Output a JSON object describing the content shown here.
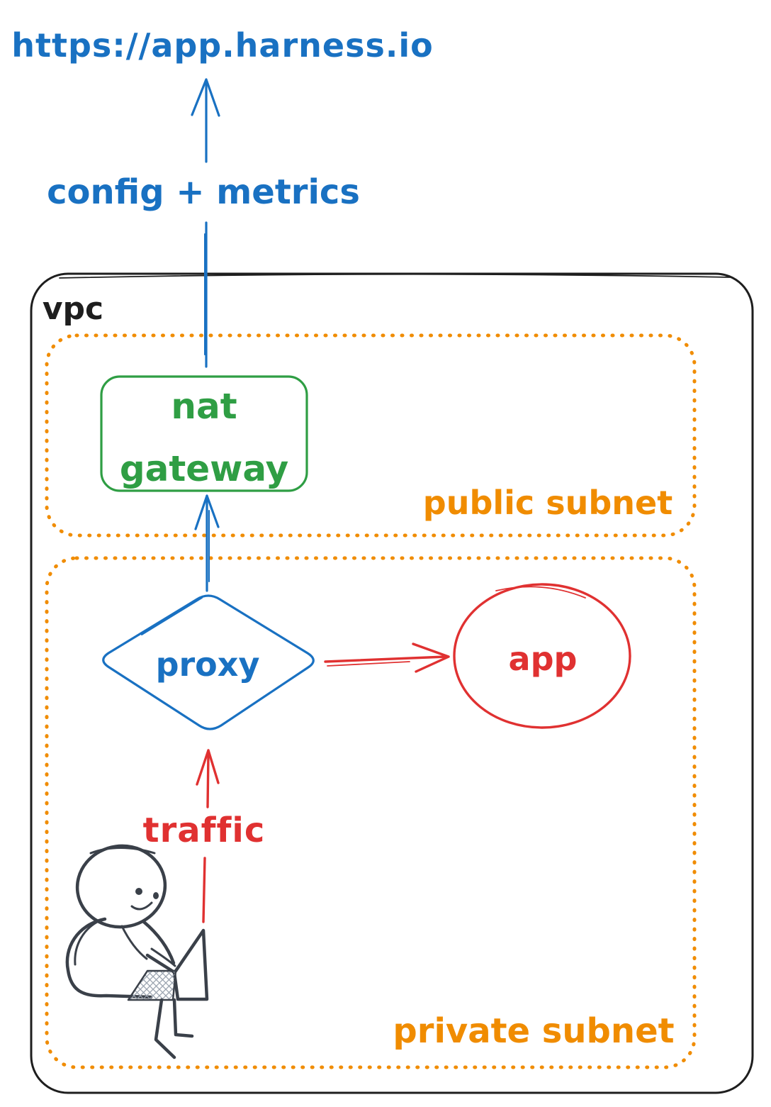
{
  "labels": {
    "url": "https://app.harness.io",
    "config_metrics": "config + metrics",
    "vpc": "vpc",
    "nat_gateway_line1": "nat",
    "nat_gateway_line2": "gateway",
    "public_subnet": "public subnet",
    "proxy": "proxy",
    "app": "app",
    "traffic": "traffic",
    "private_subnet": "private subnet"
  },
  "colors": {
    "blue": "#1971c2",
    "green": "#2f9e44",
    "red": "#e03131",
    "orange": "#f08c00",
    "ink": "#1e1e1e",
    "figure": "#3a4049",
    "background": "#ffffff"
  }
}
